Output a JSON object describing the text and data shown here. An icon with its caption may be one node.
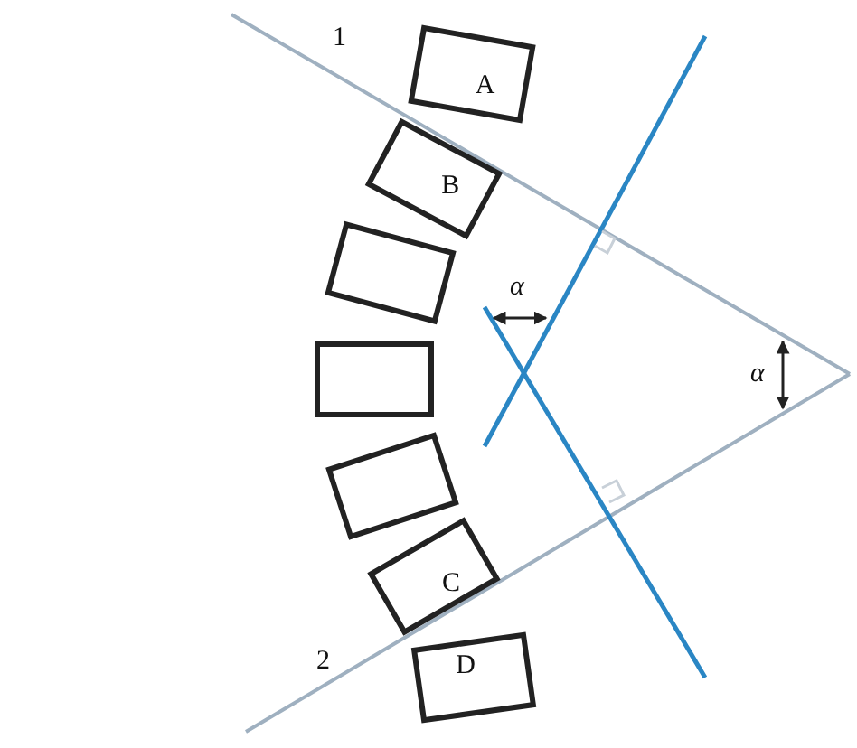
{
  "diagram": {
    "nodes": [
      {
        "text": [
          "A"
        ]
      },
      {
        "text": [
          "B"
        ]
      },
      {
        "text": [],
        "shape": "box"
      },
      {
        "text": [],
        "shape": "box"
      },
      {
        "text": [],
        "shape": "box"
      },
      {
        "text": [
          "C"
        ]
      },
      {
        "text": [
          "D"
        ]
      }
    ],
    "labels": [
      "1",
      "2",
      "α",
      "α"
    ]
  }
}
